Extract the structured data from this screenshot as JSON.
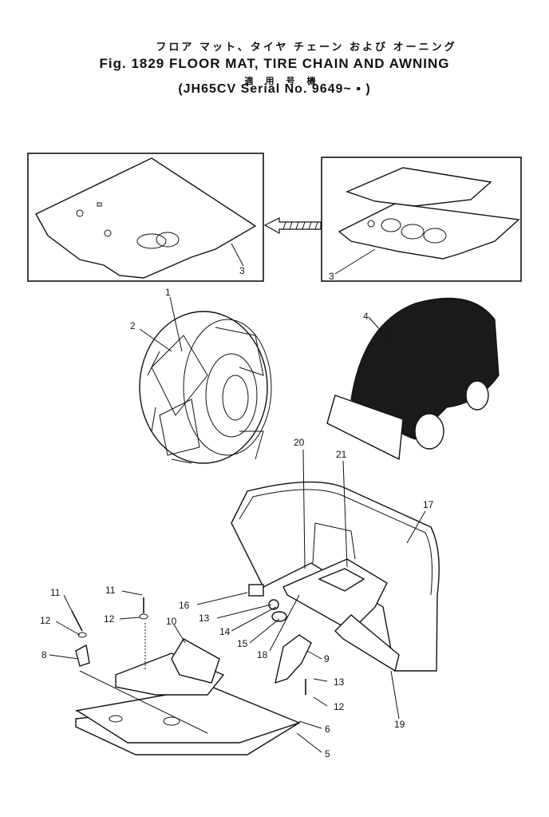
{
  "header": {
    "title_jp": "フロア マット、タイヤ チェーン および オーニング",
    "title_main": "Fig. 1829 FLOOR MAT, TIRE CHAIN AND AWNING",
    "serial_jp": "適 用 号 機",
    "serial": "(JH65CV Serial No. 9649~ ▪ )"
  },
  "callouts": [
    "1",
    "2",
    "3",
    "3",
    "4",
    "5",
    "6",
    "8",
    "9",
    "10",
    "11",
    "11",
    "12",
    "12",
    "12",
    "13",
    "13",
    "14",
    "15",
    "16",
    "17",
    "18",
    "19",
    "20",
    "21"
  ],
  "icons": {
    "arrow": "hatched-left-arrow-icon"
  }
}
